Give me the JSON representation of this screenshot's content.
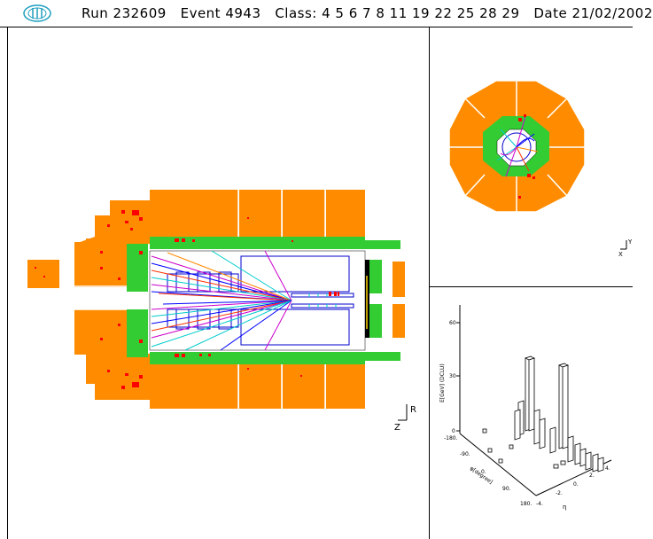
{
  "header": {
    "logo_name": "h1-detector-logo",
    "text": "Run 232609   Event 4943   Class: 4 5 6 7 8 11 19 22 25 28 29   Date 21/02/2002"
  },
  "side_view": {
    "axis_labels": {
      "vertical": "R",
      "horizontal": "Z"
    }
  },
  "radial_view": {
    "axis_labels": {
      "horizontal": "X",
      "vertical": "Y"
    }
  },
  "lego_plot": {
    "y_axis_label": "E[GeV] (DCLU)",
    "y_ticks": [
      "0",
      "30",
      "60"
    ],
    "phi_axis_label": "φ[degree]",
    "phi_ticks": [
      "-180.",
      "-90.",
      "0.",
      "90.",
      "180."
    ],
    "eta_axis_label": "η",
    "eta_ticks": [
      "-4.",
      "-2.",
      "0.",
      "2.",
      "4."
    ]
  },
  "colors": {
    "calorimeter": "#ff8c00",
    "spacal": "#33cc33",
    "hit": "#ff0000",
    "tracker_outline": "#0000cc"
  }
}
